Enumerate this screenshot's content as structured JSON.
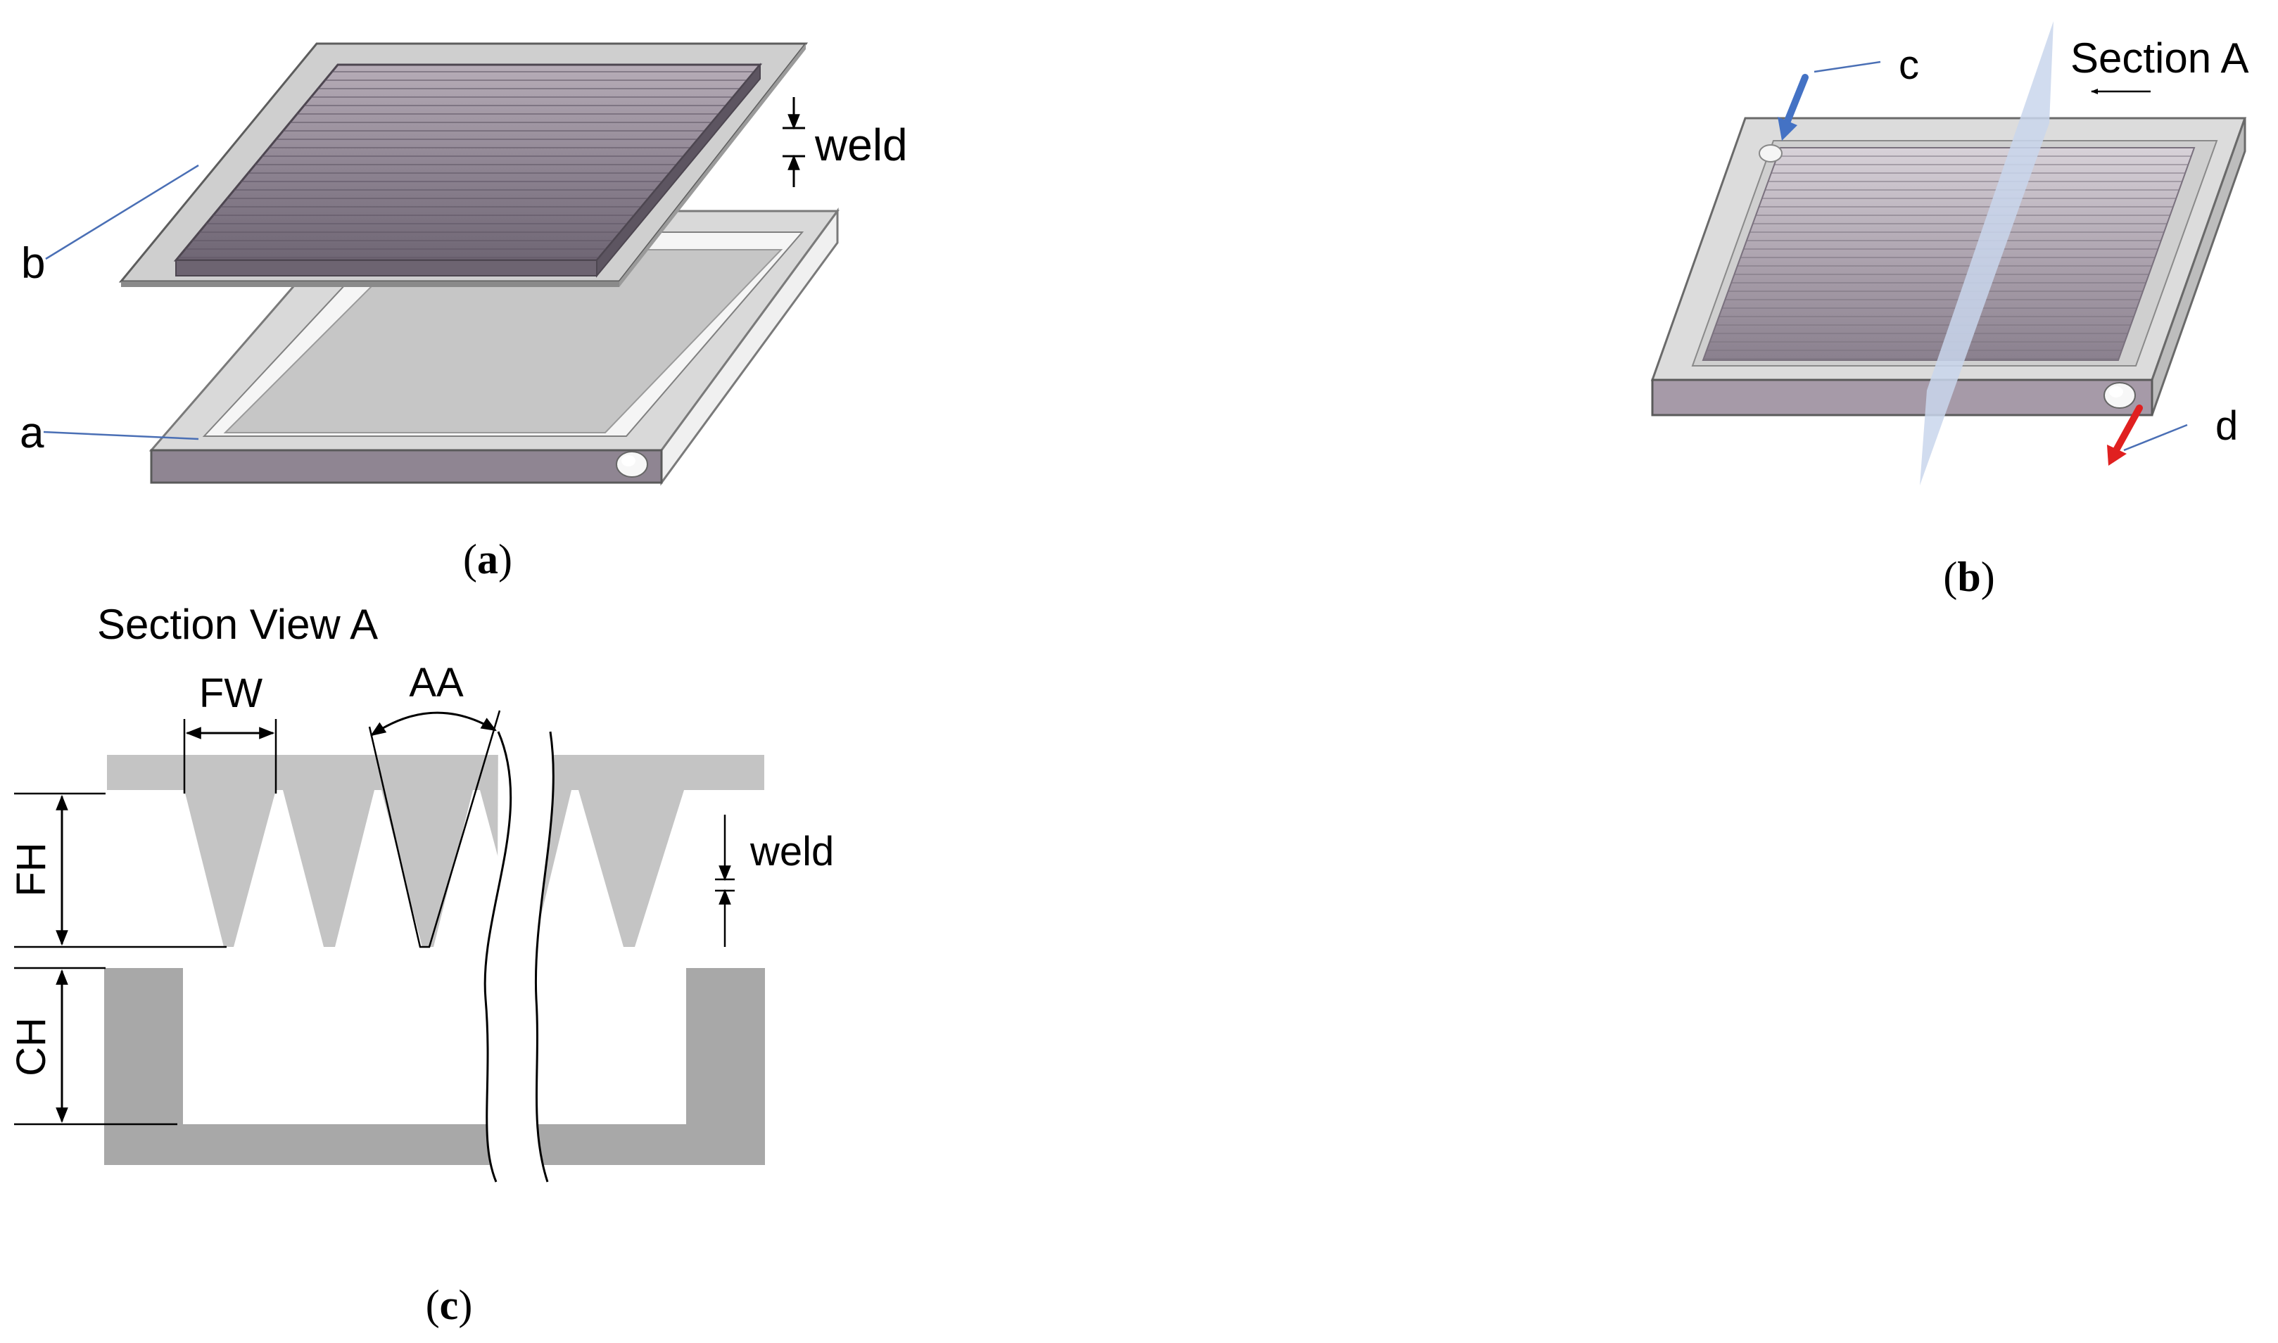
{
  "panel_a": {
    "label_b": "b",
    "label_a": "a",
    "weld": "weld",
    "caption_open": "(",
    "caption_letter": "a",
    "caption_close": ")"
  },
  "panel_b": {
    "label_c": "c",
    "label_d": "d",
    "section": "Section A",
    "caption_open": "(",
    "caption_letter": "b",
    "caption_close": ")"
  },
  "panel_c": {
    "title": "Section View A",
    "fw": "FW",
    "aa": "AA",
    "fh": "FH",
    "ch": "CH",
    "weld": "weld",
    "caption_open": "(",
    "caption_letter": "c",
    "caption_close": ")"
  },
  "colors": {
    "plate_light": "#c4c4c4",
    "fin_dark": "#7d7480",
    "frame_side": "#9a8f9c",
    "channel_dark": "#a8a8a8",
    "leader_blue": "#4a6fb5",
    "inlet_blue": "#4472c4",
    "outlet_red": "#e02020",
    "section_plane": "#c9d6ec"
  }
}
